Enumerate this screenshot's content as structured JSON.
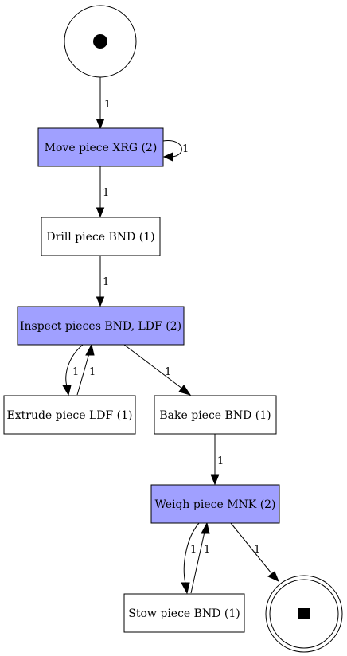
{
  "colors": {
    "highlight_fill": "#a0a0ff",
    "normal_fill": "#ffffff",
    "stroke": "#000000"
  },
  "nodes": {
    "start": {
      "type": "start-place",
      "icon": "filled-circle-token"
    },
    "end": {
      "type": "end-place",
      "icon": "filled-square-token"
    },
    "move_xrg": {
      "label": "Move piece XRG (2)",
      "highlighted": true
    },
    "drill_bnd": {
      "label": "Drill piece BND (1)",
      "highlighted": false
    },
    "inspect_bnd_ldf": {
      "label": "Inspect pieces BND, LDF (2)",
      "highlighted": true
    },
    "extrude_ldf": {
      "label": "Extrude piece LDF (1)",
      "highlighted": false
    },
    "bake_bnd": {
      "label": "Bake piece BND (1)",
      "highlighted": false
    },
    "weigh_mnk": {
      "label": "Weigh piece MNK (2)",
      "highlighted": true
    },
    "stow_bnd": {
      "label": "Stow piece BND (1)",
      "highlighted": false
    }
  },
  "edges": {
    "start_to_move": {
      "label": "1"
    },
    "move_self": {
      "label": "1"
    },
    "move_to_drill": {
      "label": "1"
    },
    "drill_to_inspect": {
      "label": "1"
    },
    "inspect_to_extrude": {
      "label": "1"
    },
    "extrude_to_inspect": {
      "label": "1"
    },
    "inspect_to_bake": {
      "label": "1"
    },
    "bake_to_weigh": {
      "label": "1"
    },
    "weigh_to_stow": {
      "label": "1"
    },
    "stow_to_weigh": {
      "label": "1"
    },
    "weigh_to_end": {
      "label": "1"
    }
  }
}
